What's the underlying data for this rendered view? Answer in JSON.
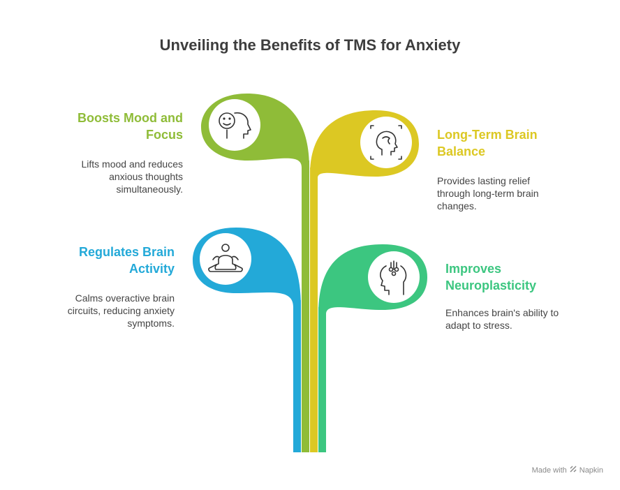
{
  "title": "Unveiling the Benefits of TMS for Anxiety",
  "colors": {
    "green": "#8fbc38",
    "yellow": "#dcc823",
    "blue": "#23a9d8",
    "teal": "#3cc680",
    "icon": "#333333"
  },
  "items": [
    {
      "heading": "Boosts Mood and Focus",
      "heading_line1": "Boosts Mood and",
      "heading_line2": "Focus",
      "description_line1": "Lifts mood and reduces",
      "description_line2": "anxious thoughts",
      "description_line3": "simultaneously.",
      "icon": "smiling-head-icon",
      "color": "#8fbc38"
    },
    {
      "heading": "Long-Term Brain Balance",
      "heading_line1": "Long-Term Brain",
      "heading_line2": "Balance",
      "description_line1": "Provides lasting relief",
      "description_line2": "through long-term brain",
      "description_line3": "changes.",
      "icon": "brain-scan-icon",
      "color": "#dcc823"
    },
    {
      "heading": "Regulates Brain Activity",
      "heading_line1": "Regulates Brain",
      "heading_line2": "Activity",
      "description_line1": "Calms overactive brain",
      "description_line2": "circuits, reducing anxiety",
      "description_line3": "symptoms.",
      "icon": "meditation-icon",
      "color": "#23a9d8"
    },
    {
      "heading": "Improves Neuroplasticity",
      "heading_line1": "Improves",
      "heading_line2": "Neuroplasticity",
      "description_line1": "Enhances brain's ability to",
      "description_line2": "adapt to stress.",
      "icon": "neural-head-icon",
      "color": "#3cc680"
    }
  ],
  "credit": {
    "made_with": "Made with",
    "brand": "Napkin"
  }
}
